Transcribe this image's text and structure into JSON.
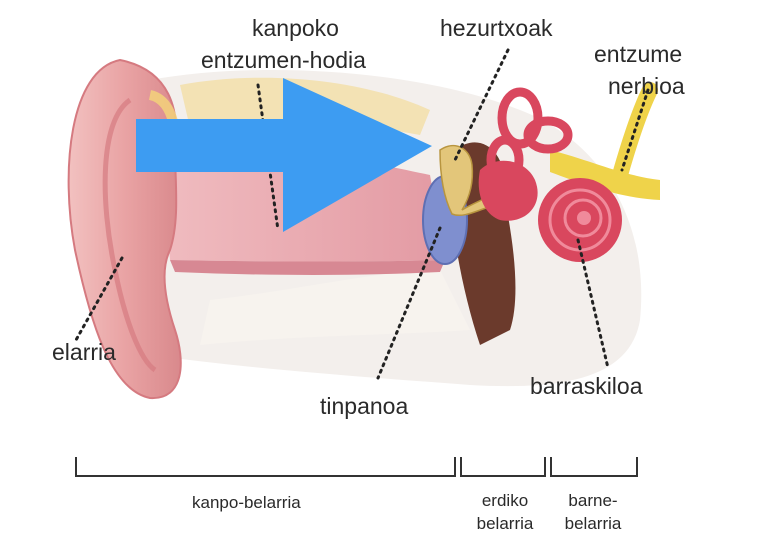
{
  "labels": {
    "kanpoko": "kanpoko",
    "entzumen_hodia": "entzumen-hodia",
    "hezurtxoak": "hezurtxoak",
    "entzumen_nerbioa_1": "entzume",
    "entzumen_nerbioa_2": "nerbioa",
    "belarria": "elarria",
    "tinpanoa": "tinpanoa",
    "barraskiloa": "barraskiloa"
  },
  "sections": {
    "kanpo": "kanpo-belarria",
    "erdiko_1": "erdiko",
    "erdiko_2": "belarria",
    "barne_1": "barne-",
    "barne_2": "belarria"
  },
  "colors": {
    "arrow": "#3d9cf2",
    "skin": "#e9a3a4",
    "skin_dark": "#d57a80",
    "canal": "#ecb0b5",
    "fat": "#f3d27a",
    "bone": "#f0ece8",
    "middle_ear": "#6b3a2c",
    "drum": "#7f8fcf",
    "cochlea": "#d9475e",
    "nerve": "#efd34a"
  },
  "icons": {
    "arrow": "right-arrow-icon"
  }
}
